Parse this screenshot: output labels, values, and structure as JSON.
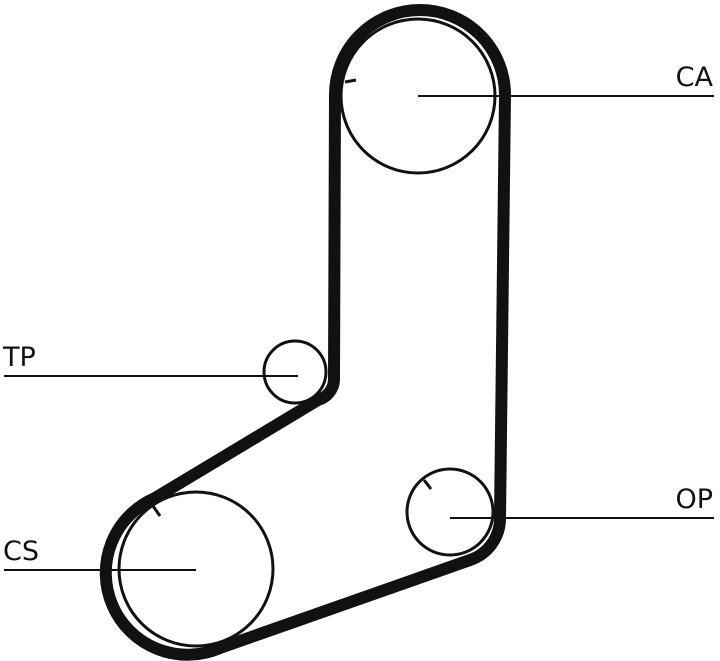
{
  "diagram": {
    "labels": {
      "ca": "CA",
      "tp": "TP",
      "cs": "CS",
      "op": "OP"
    },
    "colors": {
      "ink": "#111111",
      "background": "#ffffff"
    }
  }
}
